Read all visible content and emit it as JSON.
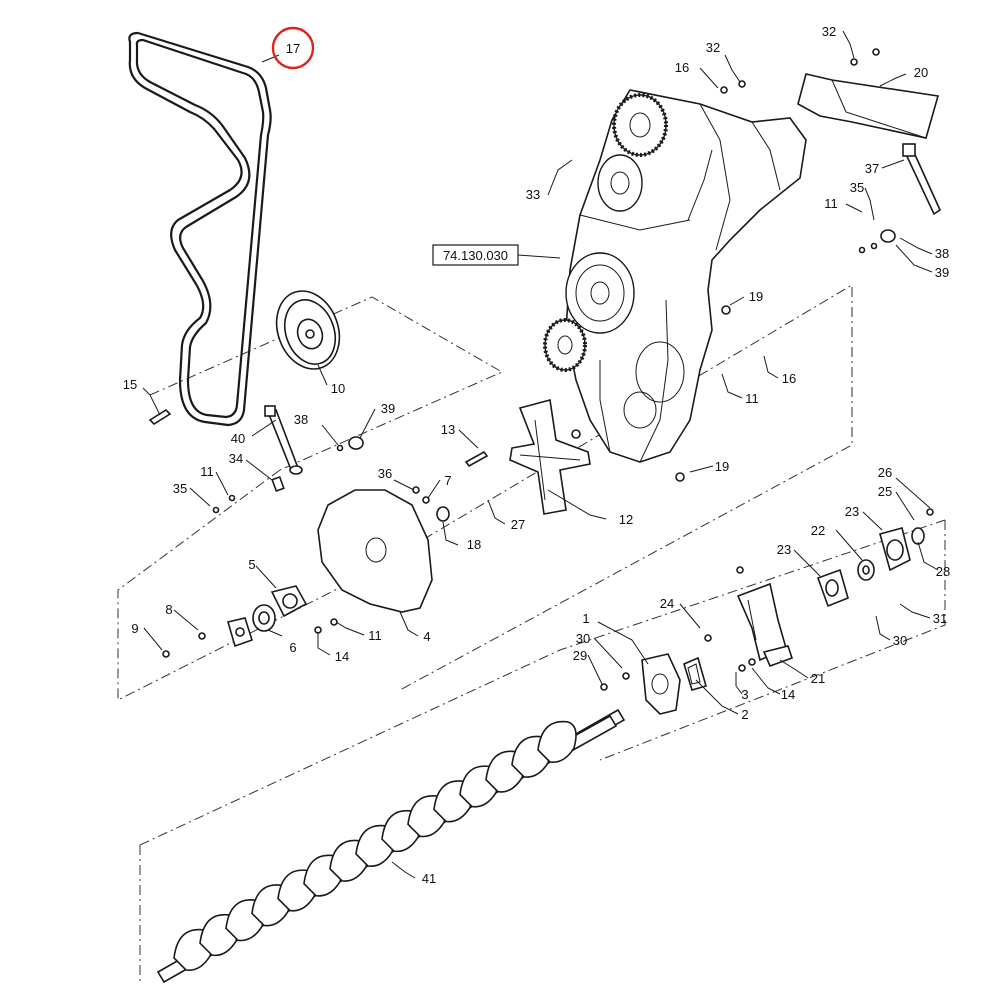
{
  "diagram": {
    "highlight_color": "#d9251c",
    "line_color": "#1a1a1a",
    "highlighted_callout": "17",
    "reference": "74.130.030",
    "callouts": [
      {
        "id": "c17",
        "text": "17"
      },
      {
        "id": "c15",
        "text": "15"
      },
      {
        "id": "c10",
        "text": "10"
      },
      {
        "id": "c40",
        "text": "40"
      },
      {
        "id": "c38a",
        "text": "38"
      },
      {
        "id": "c39a",
        "text": "39"
      },
      {
        "id": "c34",
        "text": "34"
      },
      {
        "id": "c11a",
        "text": "11"
      },
      {
        "id": "c35a",
        "text": "35"
      },
      {
        "id": "c5",
        "text": "5"
      },
      {
        "id": "c8",
        "text": "8"
      },
      {
        "id": "c9",
        "text": "9"
      },
      {
        "id": "c6",
        "text": "6"
      },
      {
        "id": "c14a",
        "text": "14"
      },
      {
        "id": "c11b",
        "text": "11"
      },
      {
        "id": "c4",
        "text": "4"
      },
      {
        "id": "c36",
        "text": "36"
      },
      {
        "id": "c7",
        "text": "7"
      },
      {
        "id": "c18",
        "text": "18"
      },
      {
        "id": "c13",
        "text": "13"
      },
      {
        "id": "c27",
        "text": "27"
      },
      {
        "id": "c12",
        "text": "12"
      },
      {
        "id": "c33",
        "text": "33"
      },
      {
        "id": "c16a",
        "text": "16"
      },
      {
        "id": "c32a",
        "text": "32"
      },
      {
        "id": "c32b",
        "text": "32"
      },
      {
        "id": "c20",
        "text": "20"
      },
      {
        "id": "c37",
        "text": "37"
      },
      {
        "id": "c35b",
        "text": "35"
      },
      {
        "id": "c11c",
        "text": "11"
      },
      {
        "id": "c38b",
        "text": "38"
      },
      {
        "id": "c39b",
        "text": "39"
      },
      {
        "id": "c19a",
        "text": "19"
      },
      {
        "id": "c16b",
        "text": "16"
      },
      {
        "id": "c11d",
        "text": "11"
      },
      {
        "id": "c19b",
        "text": "19"
      },
      {
        "id": "c26",
        "text": "26"
      },
      {
        "id": "c25",
        "text": "25"
      },
      {
        "id": "c23a",
        "text": "23"
      },
      {
        "id": "c22",
        "text": "22"
      },
      {
        "id": "c23b",
        "text": "23"
      },
      {
        "id": "c28",
        "text": "28"
      },
      {
        "id": "c24",
        "text": "24"
      },
      {
        "id": "c31",
        "text": "31"
      },
      {
        "id": "c30a",
        "text": "30"
      },
      {
        "id": "c1",
        "text": "1"
      },
      {
        "id": "c30b",
        "text": "30"
      },
      {
        "id": "c29",
        "text": "29"
      },
      {
        "id": "c3",
        "text": "3"
      },
      {
        "id": "c14b",
        "text": "14"
      },
      {
        "id": "c21",
        "text": "21"
      },
      {
        "id": "c2",
        "text": "2"
      },
      {
        "id": "c41",
        "text": "41"
      }
    ]
  }
}
